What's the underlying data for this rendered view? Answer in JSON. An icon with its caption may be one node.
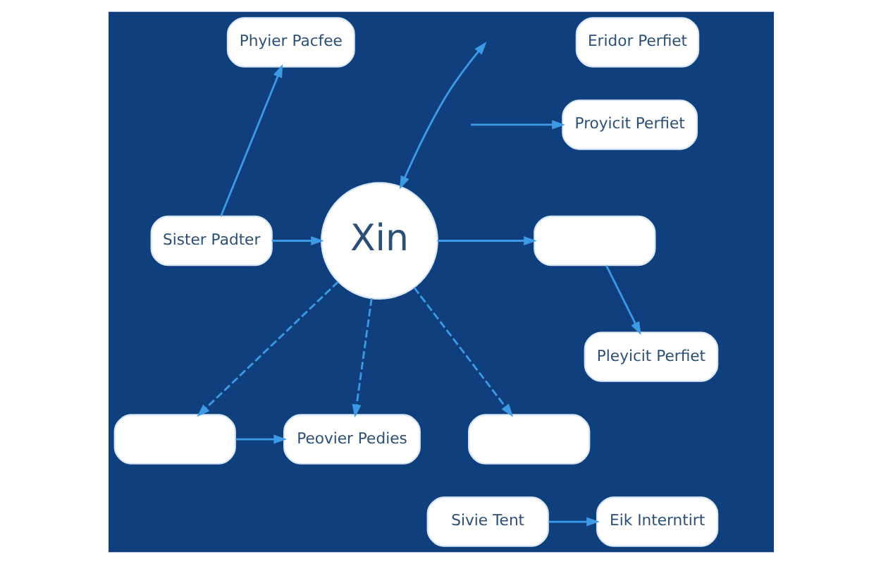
{
  "diagram": {
    "nodes": [
      {
        "text": [
          "Phyier Pacfee"
        ]
      },
      {
        "text": [
          "Sister Padter"
        ]
      },
      {
        "text": [
          "Xin"
        ]
      },
      {
        "text": [],
        "shape": "box"
      },
      {
        "text": [
          "Eridor Perfiet"
        ]
      },
      {
        "text": [
          "Proyicit Perfiet"
        ]
      },
      {
        "text": [
          "Pleyicit Perfiet"
        ]
      },
      {
        "text": [],
        "shape": "box"
      },
      {
        "text": [
          "Peovier Pedies"
        ]
      },
      {
        "text": [],
        "shape": "box"
      },
      {
        "text": [
          "Sivie Tent"
        ]
      },
      {
        "text": [
          "Eik Interntirt"
        ]
      }
    ],
    "edges": [
      {
        "from": 1,
        "to": 0,
        "arrow": "to"
      },
      {
        "from": 1,
        "to": 2,
        "arrow": "to"
      },
      {
        "from": 2,
        "to": null,
        "arrow": "both"
      },
      {
        "from": 2,
        "to": 3,
        "arrow": "to"
      },
      {
        "from": null,
        "to": 5,
        "arrow": "to"
      },
      {
        "from": 3,
        "to": 6,
        "arrow": "to"
      },
      {
        "from": 2,
        "to": 7,
        "arrow": "to",
        "style": "dashed"
      },
      {
        "from": 2,
        "to": 8,
        "arrow": "to",
        "style": "dashed"
      },
      {
        "from": 2,
        "to": 9,
        "arrow": "to",
        "style": "dashed"
      },
      {
        "from": 7,
        "to": 8,
        "arrow": "to"
      },
      {
        "from": 10,
        "to": 11,
        "arrow": "to"
      }
    ]
  }
}
